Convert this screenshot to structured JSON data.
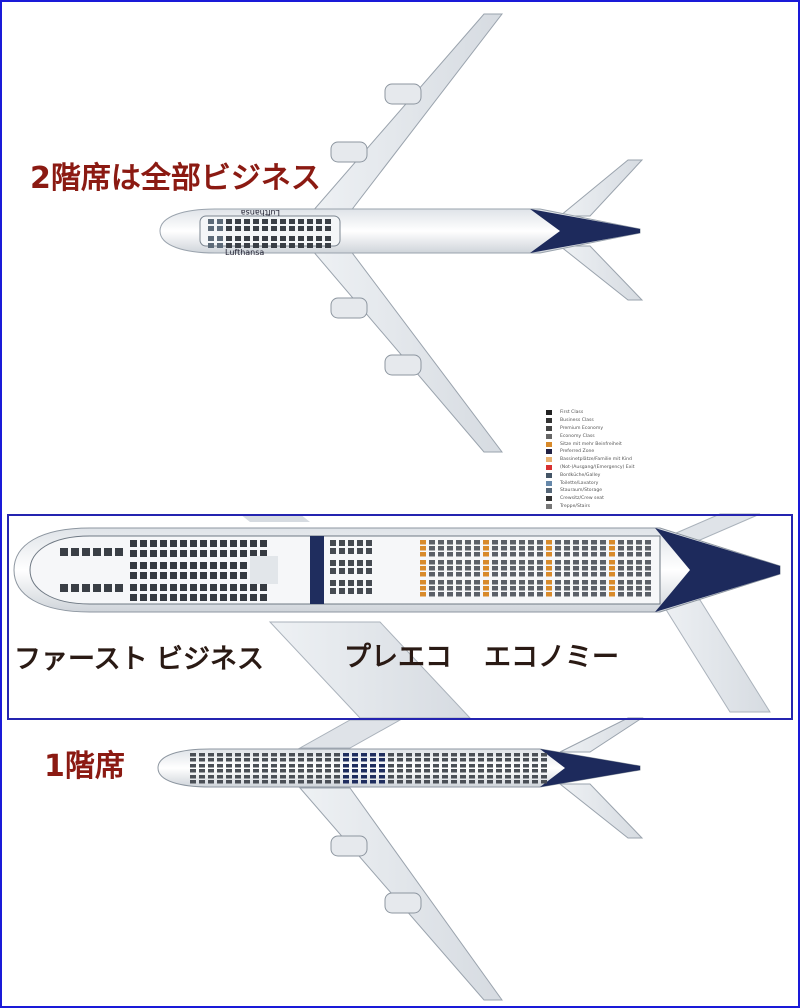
{
  "labels": {
    "upper_deck": "2階席は全部ビジネス",
    "lower_deck": "1階席",
    "first": "ファースト",
    "business": "ビジネス",
    "premium_economy": "プレエコ",
    "economy": "エコノミー"
  },
  "livery": {
    "brand": "Lufthansa"
  },
  "legend": [
    {
      "label": "First Class",
      "color": "#222222"
    },
    {
      "label": "Business Class",
      "color": "#333333"
    },
    {
      "label": "Premium Economy",
      "color": "#444444"
    },
    {
      "label": "Economy Class",
      "color": "#666666"
    },
    {
      "label": "Sitze mit mehr Beinfreiheit",
      "color": "#d88a2a"
    },
    {
      "label": "Preferred Zone",
      "color": "#222244"
    },
    {
      "label": "Bassinetplätze/Familie mit Kind",
      "color": "#e8b070"
    },
    {
      "label": "(Not-)Ausgang/(Emergency) Exit",
      "color": "#d83030"
    },
    {
      "label": "Bordküche/Galley",
      "color": "#445566"
    },
    {
      "label": "Toilette/Lavatory",
      "color": "#6688aa"
    },
    {
      "label": "Stauraum/Storage",
      "color": "#556677"
    },
    {
      "label": "Crewsitz/Crew seat",
      "color": "#333333"
    },
    {
      "label": "Treppe/Stairs",
      "color": "#777777"
    }
  ],
  "colors": {
    "accent_text": "#8b1a12",
    "frame": "#1a1ad8",
    "tail": "#1d2a5c"
  }
}
